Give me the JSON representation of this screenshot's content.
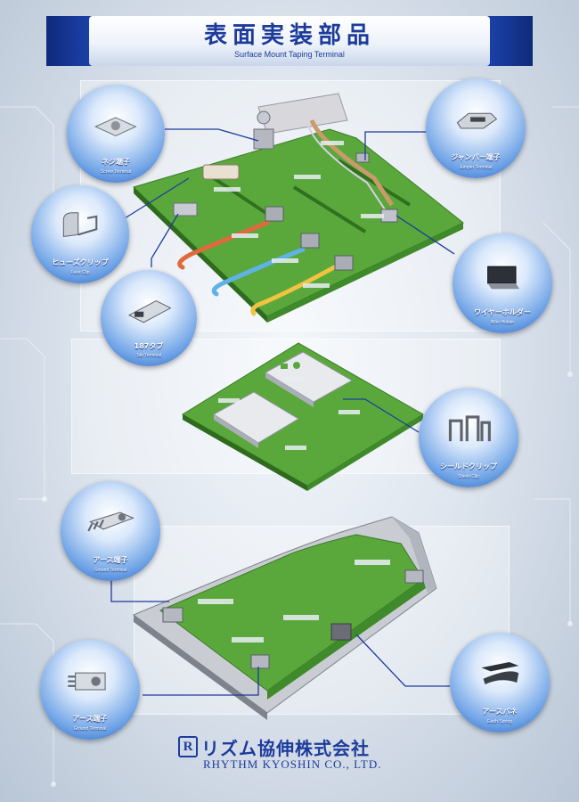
{
  "header": {
    "title": "表面実装部品",
    "subtitle": "Surface Mount Taping Terminal"
  },
  "bubbles": [
    {
      "label": "ネジ端子",
      "sub": "Screw Terminal"
    },
    {
      "label": "ジャンパー端子",
      "sub": "Jumper Terminal"
    },
    {
      "label": "ヒューズクリップ",
      "sub": "Fuse Clip"
    },
    {
      "label": "ワイヤーホルダー",
      "sub": "Wire Holder"
    },
    {
      "label": "187タブ",
      "sub": "Tab Terminal"
    },
    {
      "label": "シールドクリップ",
      "sub": "Shield Clip"
    },
    {
      "label": "アース端子",
      "sub": "Ground Terminal"
    },
    {
      "label": "アース端子",
      "sub": "Ground Terminal"
    },
    {
      "label": "アースバネ",
      "sub": "Earth Spring"
    }
  ],
  "logo": {
    "mark": "R",
    "japanese": "リズム協伸株式会社",
    "english": "RHYTHM KYOSHIN CO., LTD."
  },
  "colors": {
    "brand_blue": "#1c3b9c",
    "pcb_green": "#5aa83c",
    "bubble_blue": "#1e5ac0"
  }
}
